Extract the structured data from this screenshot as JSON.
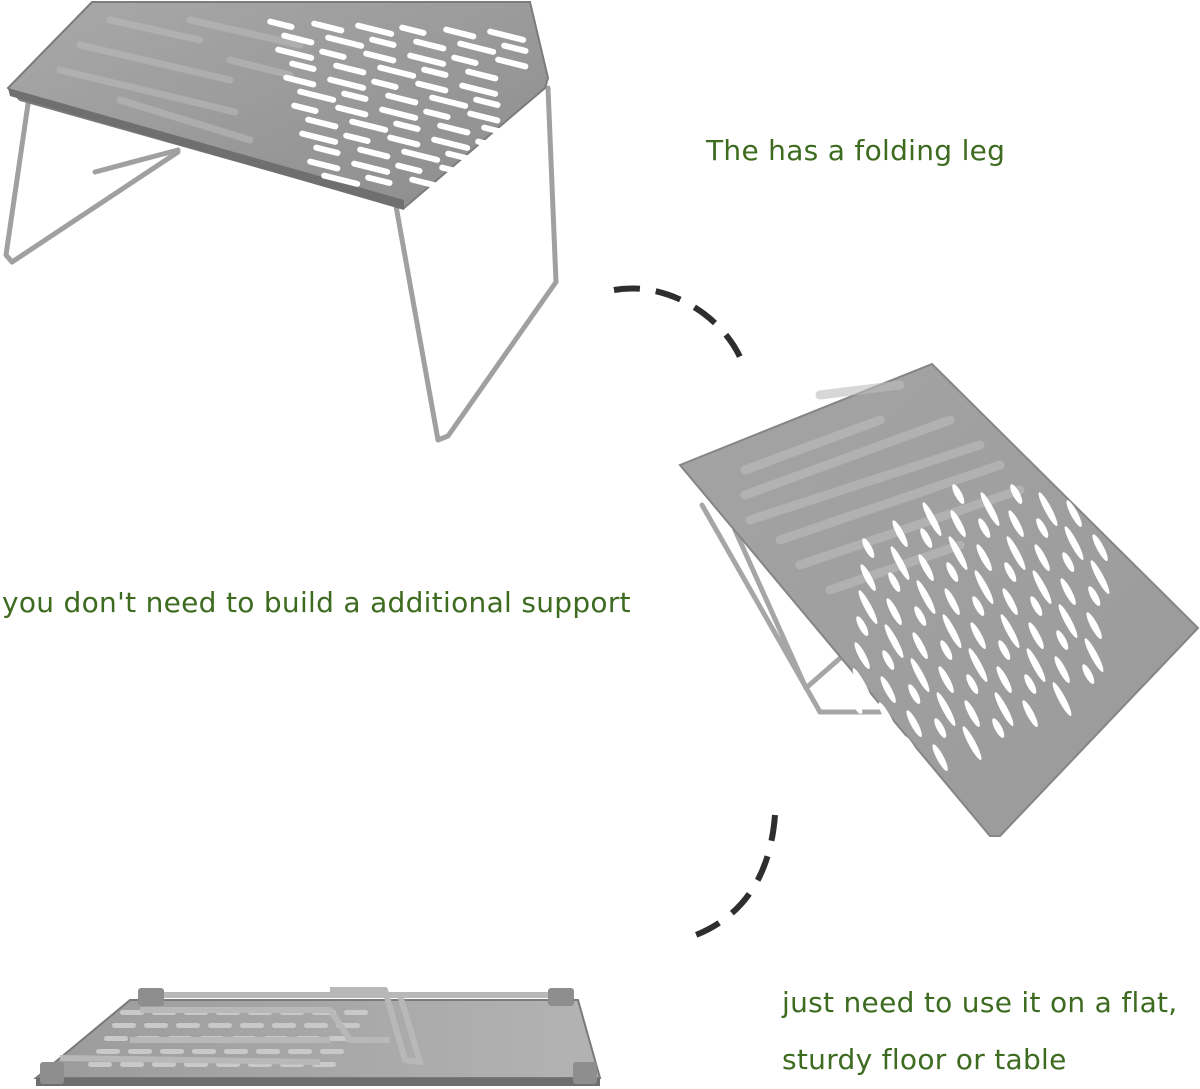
{
  "captions": {
    "folding_leg": "The has a folding leg",
    "no_support": "you don't need to build a additional support",
    "flat_floor_line1": "just need to use it on a flat,",
    "flat_floor_line2": "sturdy floor or table"
  },
  "colors": {
    "caption_text": "#3d6b1f",
    "metal_plate": "#9a9a9a",
    "metal_dark": "#7e7e7e",
    "slot_fill": "#ffffff",
    "dash_arc": "#2e2e2e",
    "background": "#ffffff"
  },
  "illustrations": [
    {
      "name": "table-open-on-legs"
    },
    {
      "name": "table-tilted-on-folding-leg"
    },
    {
      "name": "table-folded-flat"
    }
  ],
  "decorations": [
    {
      "name": "dashed-arc-upper"
    },
    {
      "name": "dashed-arc-lower"
    }
  ]
}
